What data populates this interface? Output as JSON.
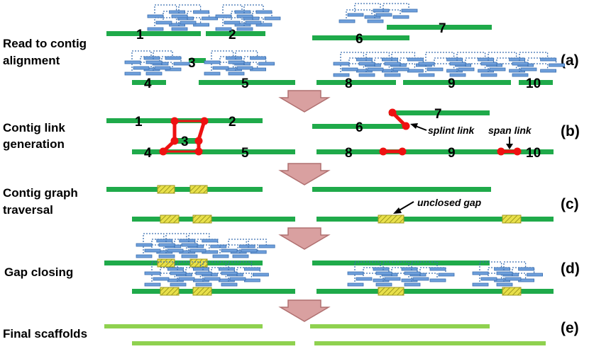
{
  "stages": [
    {
      "key": "a",
      "label_lines": [
        "Read to contig",
        "alignment"
      ],
      "panel": "(a)"
    },
    {
      "key": "b",
      "label_lines": [
        "Contig link",
        "generation"
      ],
      "panel": "(b)"
    },
    {
      "key": "c",
      "label_lines": [
        "Contig graph",
        "traversal"
      ],
      "panel": "(c)"
    },
    {
      "key": "d",
      "label_lines": [
        "Gap closing"
      ],
      "panel": "(d)"
    },
    {
      "key": "e",
      "label_lines": [
        "Final scaffolds"
      ],
      "panel": "(e)"
    }
  ],
  "contig_numbers": [
    "1",
    "2",
    "3",
    "4",
    "5",
    "6",
    "7",
    "8",
    "9",
    "10"
  ],
  "annotations": {
    "splint_link": "splint link",
    "span_link": "span link",
    "unclosed_gap": "unclosed gap"
  },
  "colors": {
    "contig": "#1faa4a",
    "final_scaffold": "#8fd14f",
    "read": "#6fa0dc",
    "read_border": "#3a6fb0",
    "link": "#ee1111",
    "arrow_fill": "#d9a0a0",
    "arrow_stroke": "#b07070",
    "gap_fill": "#e8e04a",
    "gap_stripe": "#a09a20"
  }
}
